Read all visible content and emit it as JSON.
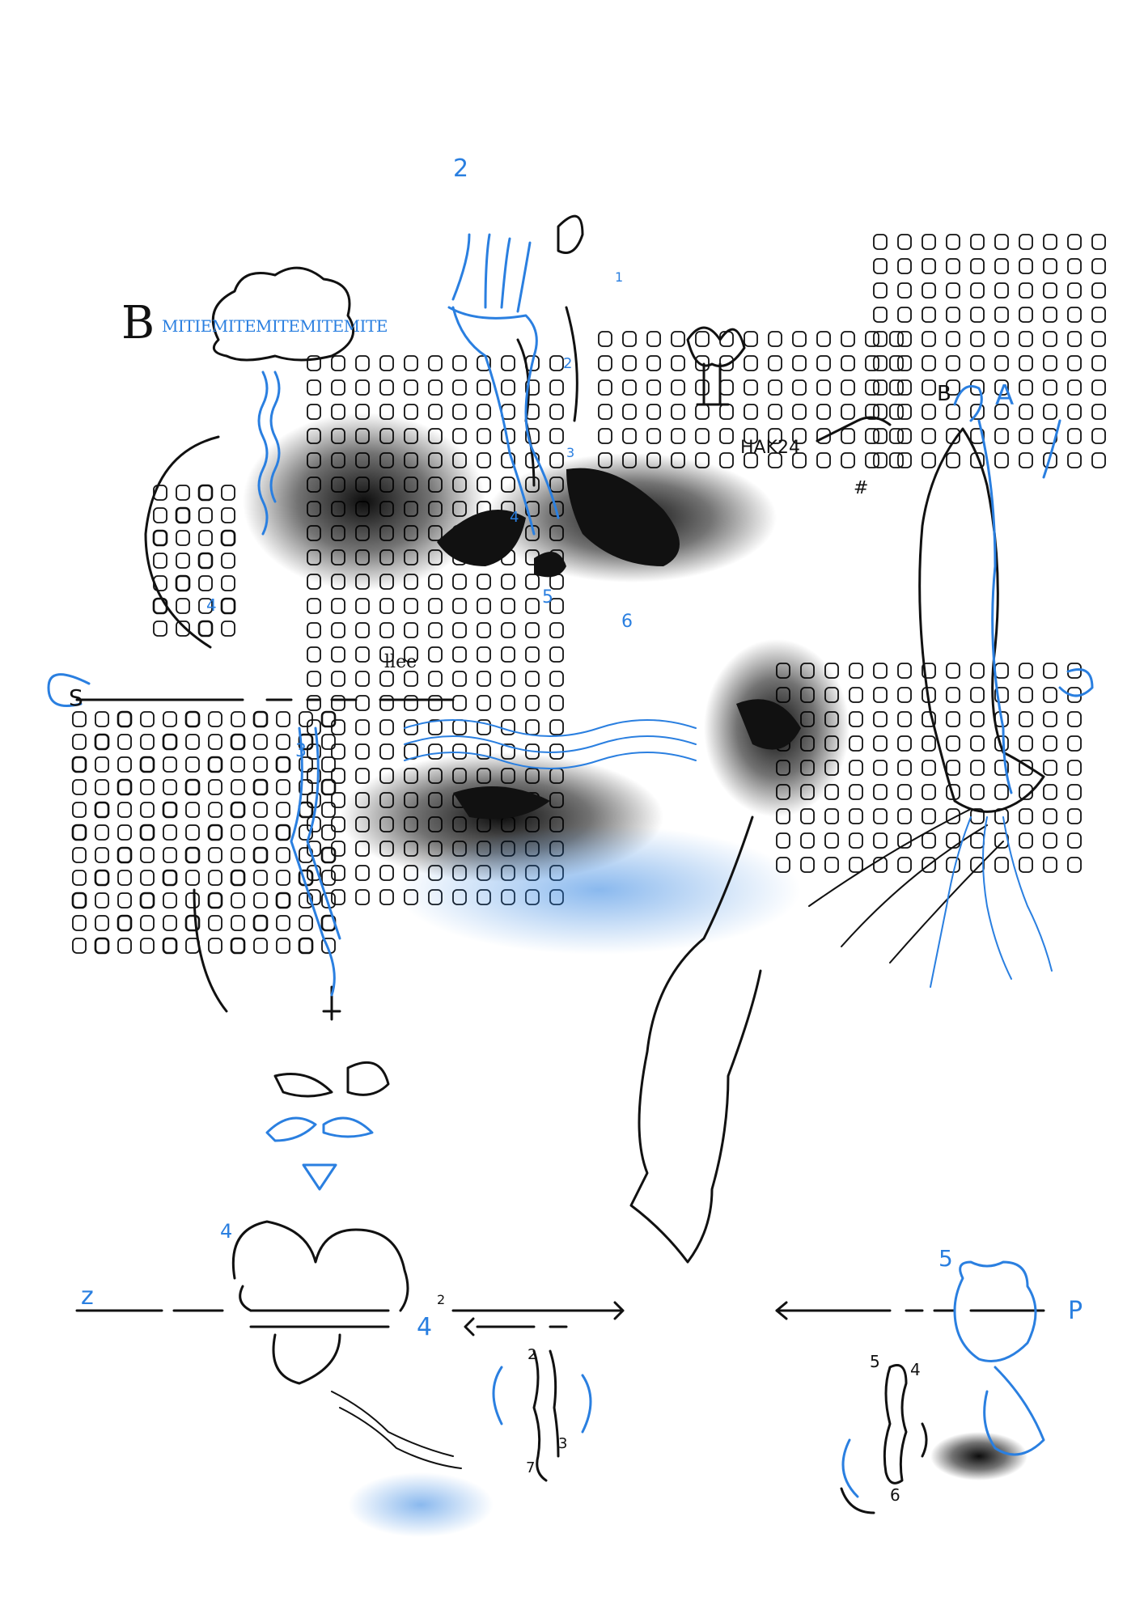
{
  "colors": {
    "black_ink": "#111111",
    "blue_ink": "#2a7fe0",
    "paper": "#ffffff"
  },
  "labels": {
    "big_b": "B",
    "repeating_script": "MITIEMITEMITEMITEMITE",
    "top_blue_2": "2",
    "hak": "HAK24",
    "right_b": "B",
    "right_a": "A",
    "left_s": "S",
    "bottom_left_z": "z",
    "bottom_4_a": "4",
    "bottom_4_b": "4",
    "bottom_sup_2": "2",
    "bottom_right_p": "P",
    "blue_5_bottom": "5",
    "num_2_small": "2",
    "num_3_small": "3",
    "num_7_small": "7",
    "num_5_right": "5",
    "num_4_right": "4",
    "num_6_right": "6",
    "blue_4_left": "4",
    "blue_3_left": "3",
    "blue_5_center": "5",
    "blue_6_center": "6",
    "blue_4_center": "4",
    "blue_3_center": "3",
    "blue_2_center": "2",
    "blue_1_top": "1",
    "hash_mark": "#",
    "lllee": "llee"
  }
}
